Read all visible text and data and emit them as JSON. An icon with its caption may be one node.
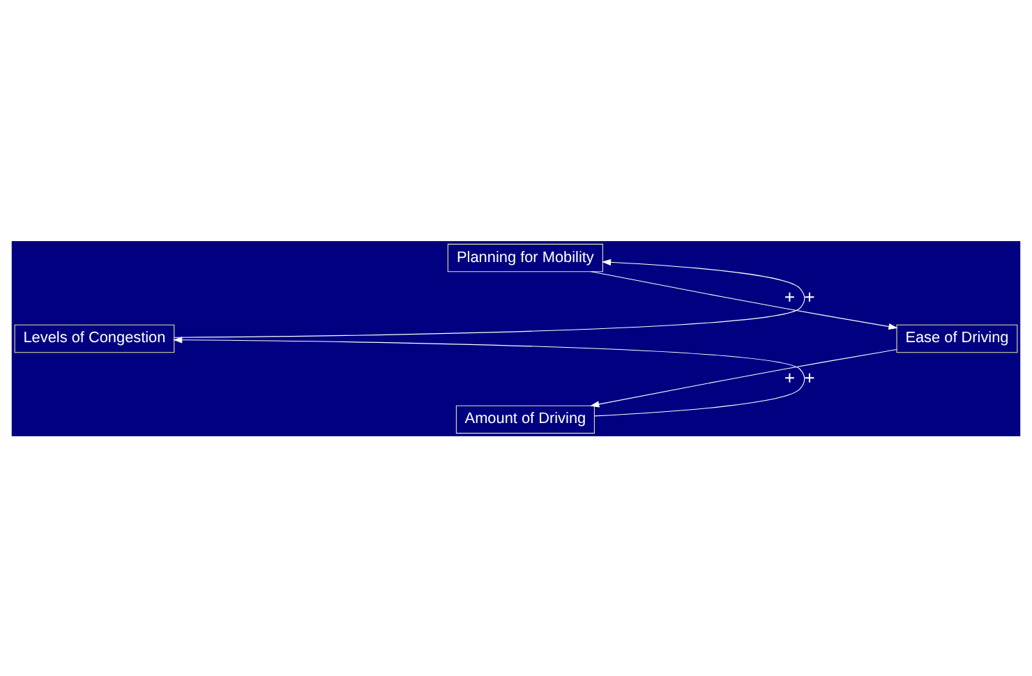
{
  "diagram": {
    "nodes": [
      {
        "text": [
          "Planning for Mobility"
        ]
      },
      {
        "text": [
          "Ease of Driving"
        ]
      },
      {
        "text": [
          "Amount of Driving"
        ]
      },
      {
        "text": [
          "Levels of Congestion"
        ]
      }
    ],
    "edges": [
      {
        "from": 0,
        "to": 1,
        "arrow": "to",
        "label": "+"
      },
      {
        "from": 1,
        "to": 2,
        "arrow": "to",
        "label": "+"
      },
      {
        "from": 2,
        "to": 3,
        "arrow": "to",
        "label": "+"
      },
      {
        "from": 3,
        "to": 0,
        "arrow": "to",
        "label": "+"
      }
    ]
  }
}
